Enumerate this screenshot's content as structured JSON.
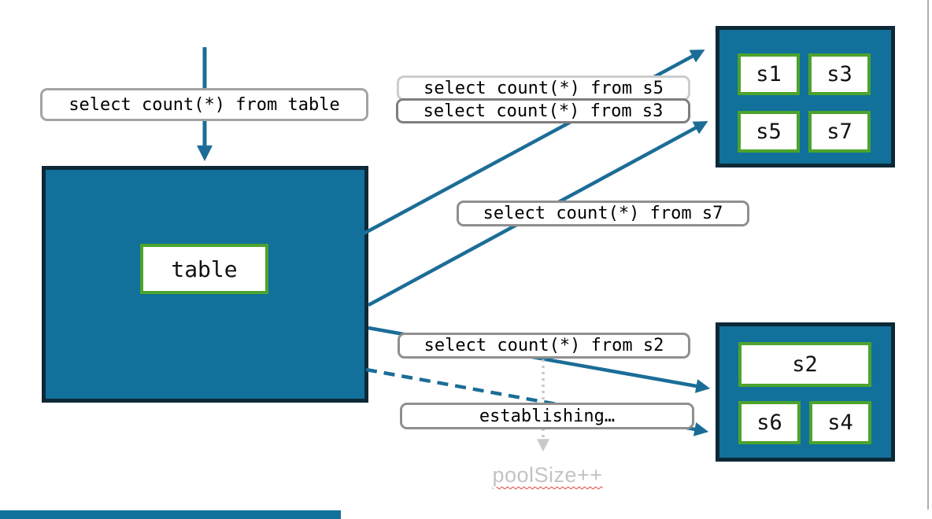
{
  "diagram": {
    "root_query_label": "select count(*) from table",
    "table_node": {
      "label": "table"
    },
    "shard_queries": {
      "s5": "select count(*) from s5",
      "s3": "select count(*) from s3",
      "s7": "select count(*) from s7",
      "s2": "select count(*) from s2"
    },
    "connection_status_label": "establishing…",
    "pool_annotation": "poolSize++",
    "shard_groups": {
      "top": [
        "s1",
        "s3",
        "s5",
        "s7"
      ],
      "bottom": [
        "s2",
        "s6",
        "s4"
      ]
    },
    "colors": {
      "node_fill": "#11719a",
      "node_border": "#0d2837",
      "shard_border": "#4ca32c",
      "arrow_teal": "#1b6d97",
      "label_border_gray": "#8f8f8f",
      "label_border_light": "#cdcdcd",
      "label_border_dark": "#7e7e7e",
      "pending_gray": "#c9c9c9",
      "annotation_gray": "#c3c3c3",
      "spellcheck_red": "#e0433a"
    }
  }
}
